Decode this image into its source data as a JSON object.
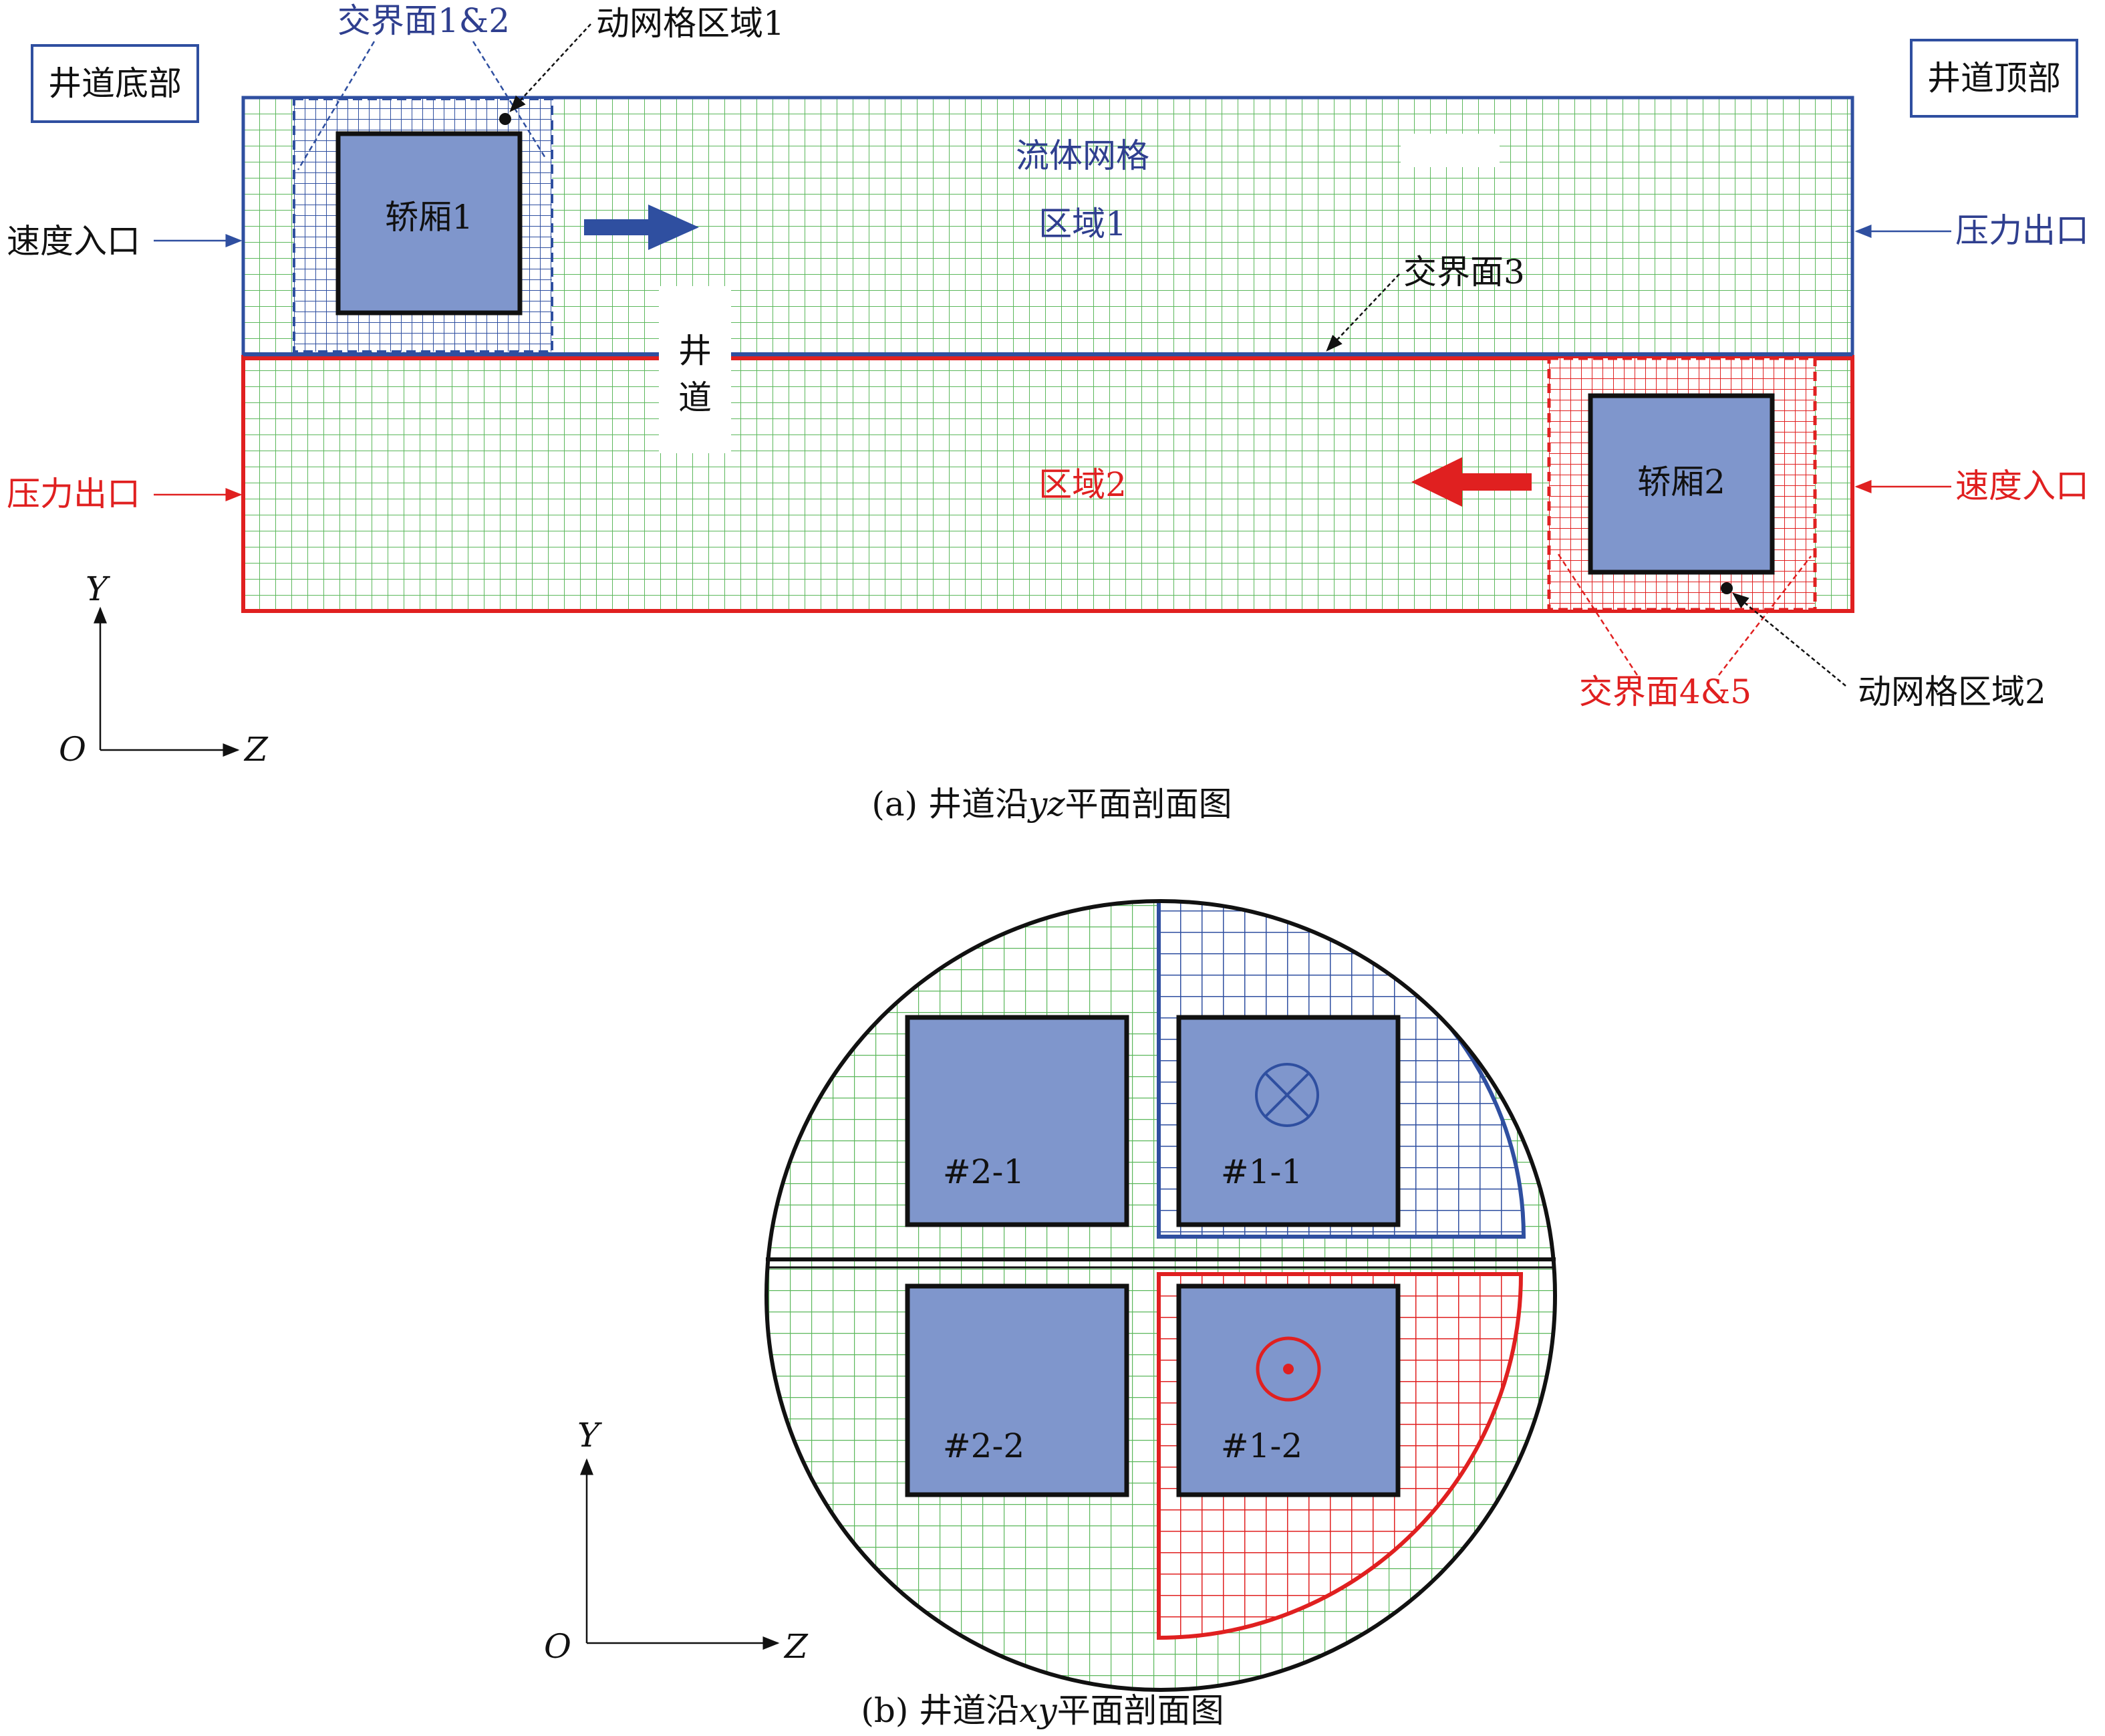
{
  "panel_a": {
    "caption_prefix": "(a) 井道沿",
    "caption_axis": "yz",
    "caption_suffix": "平面剖面图",
    "shaft_bottom": "井道底部",
    "shaft_top": "井道顶部",
    "interface_12": "交界面1&2",
    "moving_mesh_1": "动网格区域1",
    "fluid_mesh": "流体网格",
    "region_1": "区域1",
    "interface_3": "交界面3",
    "shaft_char_1": "井",
    "shaft_char_2": "道",
    "car_1": "轿厢1",
    "car_2": "轿厢2",
    "region_2": "区域2",
    "velocity_inlet_left": "速度入口",
    "pressure_outlet_right": "压力出口",
    "pressure_outlet_left": "压力出口",
    "velocity_inlet_right": "速度入口",
    "interface_45": "交界面4&5",
    "moving_mesh_2": "动网格区域2",
    "axis_y": "Y",
    "axis_o": "O",
    "axis_z": "Z"
  },
  "panel_b": {
    "caption_prefix": "(b) 井道沿",
    "caption_axis": "xy",
    "caption_suffix": "平面剖面图",
    "car_2_1": "#2-1",
    "car_1_1": "#1-1",
    "car_2_2": "#2-2",
    "car_1_2": "#1-2",
    "axis_y": "Y",
    "axis_o": "O",
    "axis_z": "Z"
  },
  "colors": {
    "grid_green": "#5cb85c",
    "blue": "#2f4fa0",
    "red": "#e02020",
    "car_fill": "#7f96cc"
  }
}
